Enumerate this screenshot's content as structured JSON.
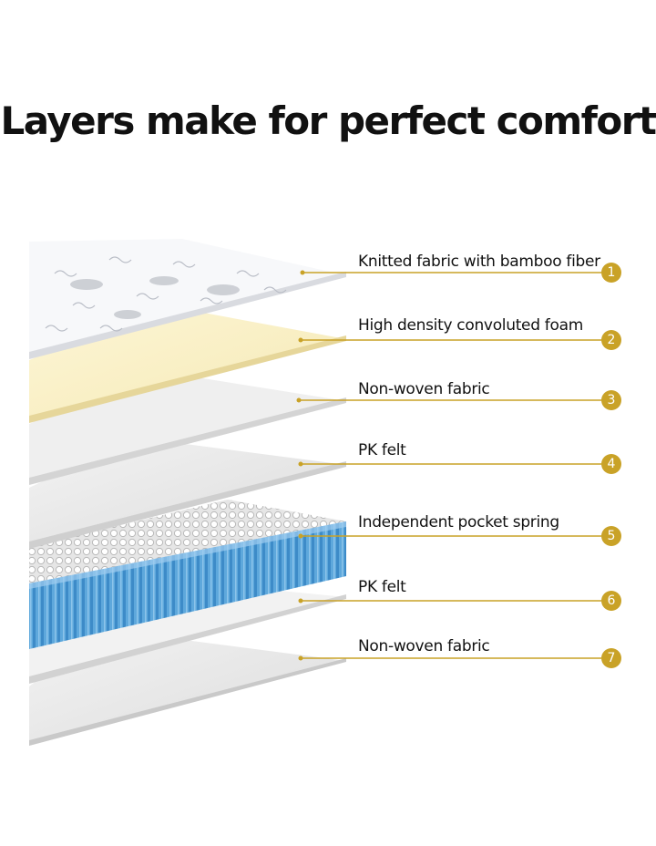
{
  "title": "Layers make for perfect comfort",
  "accent_color": "#c9a227",
  "layers": [
    {
      "number": "1",
      "label": "Knitted fabric with bamboo fiber"
    },
    {
      "number": "2",
      "label": "High density convoluted foam"
    },
    {
      "number": "3",
      "label": "Non-woven fabric"
    },
    {
      "number": "4",
      "label": "PK felt"
    },
    {
      "number": "5",
      "label": "Independent pocket spring"
    },
    {
      "number": "6",
      "label": "PK felt"
    },
    {
      "number": "7",
      "label": "Non-woven fabric"
    }
  ]
}
